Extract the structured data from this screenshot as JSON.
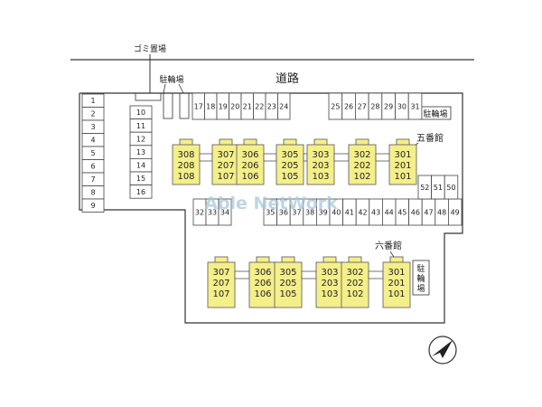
{
  "labels": {
    "road": "道路",
    "garbage": "ゴミ置場",
    "bicycle": "駐輪場",
    "bicycle_vertical": [
      "駐",
      "輪",
      "場"
    ],
    "building5": "五番館",
    "building6": "六番館",
    "watermark": "Able NetWork"
  },
  "parking": {
    "left_col": [
      "1",
      "2",
      "3",
      "4",
      "5",
      "6",
      "7",
      "8",
      "9"
    ],
    "second_col": [
      "10",
      "11",
      "12",
      "13",
      "14",
      "15",
      "16"
    ],
    "top_left": [
      "17",
      "18",
      "19",
      "20",
      "21",
      "22",
      "23",
      "24"
    ],
    "top_right": [
      "25",
      "26",
      "27",
      "28",
      "29",
      "30",
      "31"
    ],
    "middle_left": [
      "32",
      "33",
      "34"
    ],
    "middle_right": [
      "35",
      "36",
      "37",
      "38",
      "39",
      "40",
      "41",
      "42",
      "43",
      "44",
      "45",
      "46",
      "47",
      "48",
      "49"
    ],
    "right_top": [
      "52",
      "51",
      "50"
    ]
  },
  "building5_units": [
    [
      "308",
      "208",
      "108"
    ],
    [
      "307",
      "207",
      "107"
    ],
    [
      "306",
      "206",
      "106"
    ],
    [
      "305",
      "205",
      "105"
    ],
    [
      "303",
      "203",
      "103"
    ],
    [
      "302",
      "202",
      "102"
    ],
    [
      "301",
      "201",
      "101"
    ]
  ],
  "building6_units": [
    [
      "307",
      "207",
      "107"
    ],
    [
      "306",
      "206",
      "106"
    ],
    [
      "305",
      "205",
      "105"
    ],
    [
      "303",
      "203",
      "103"
    ],
    [
      "302",
      "202",
      "102"
    ],
    [
      "301",
      "201",
      "101"
    ]
  ],
  "colors": {
    "unit_fill": "#f5ef8a",
    "unit_border": "#555555",
    "line": "#333333",
    "watermark": "#a8c8dc"
  },
  "compass": "north-arrow-icon"
}
